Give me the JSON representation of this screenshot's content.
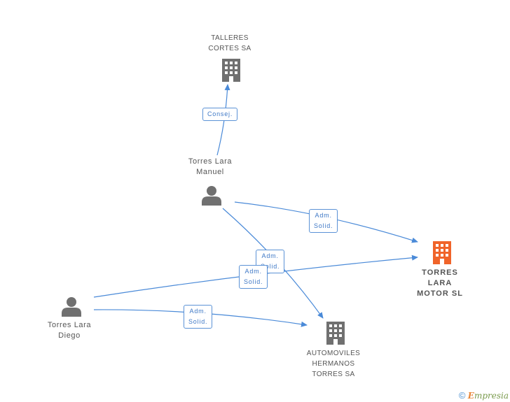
{
  "nodes": {
    "talleres": {
      "line1": "TALLERES",
      "line2": "CORTES SA"
    },
    "manuel": {
      "line1": "Torres Lara",
      "line2": "Manuel"
    },
    "diego": {
      "line1": "Torres Lara",
      "line2": "Diego"
    },
    "torres_lara_motor": {
      "line1": "TORRES",
      "line2": "LARA",
      "line3": "MOTOR SL"
    },
    "automoviles": {
      "line1": "AUTOMOVILES",
      "line2": "HERMANOS",
      "line3": "TORRES SA"
    }
  },
  "edges": {
    "manuel_talleres": {
      "line1": "Consej."
    },
    "manuel_torres_motor": {
      "line1": "Adm.",
      "line2": "Solid."
    },
    "manuel_automoviles": {
      "line1": "Adm.",
      "line2": "Solid."
    },
    "diego_torres_motor": {
      "line1": "Adm.",
      "line2": "Solid."
    },
    "diego_automoviles": {
      "line1": "Adm.",
      "line2": "Solid."
    }
  },
  "colors": {
    "person_icon": "#707070",
    "company_icon": "#707070",
    "focal_company_icon": "#f0642a",
    "edge": "#4a8ad8"
  },
  "icons": {
    "person": "person-icon",
    "company": "building-icon"
  },
  "footer": {
    "copyright": "©",
    "brand_e": "E",
    "brand_rest": "mpresia"
  }
}
